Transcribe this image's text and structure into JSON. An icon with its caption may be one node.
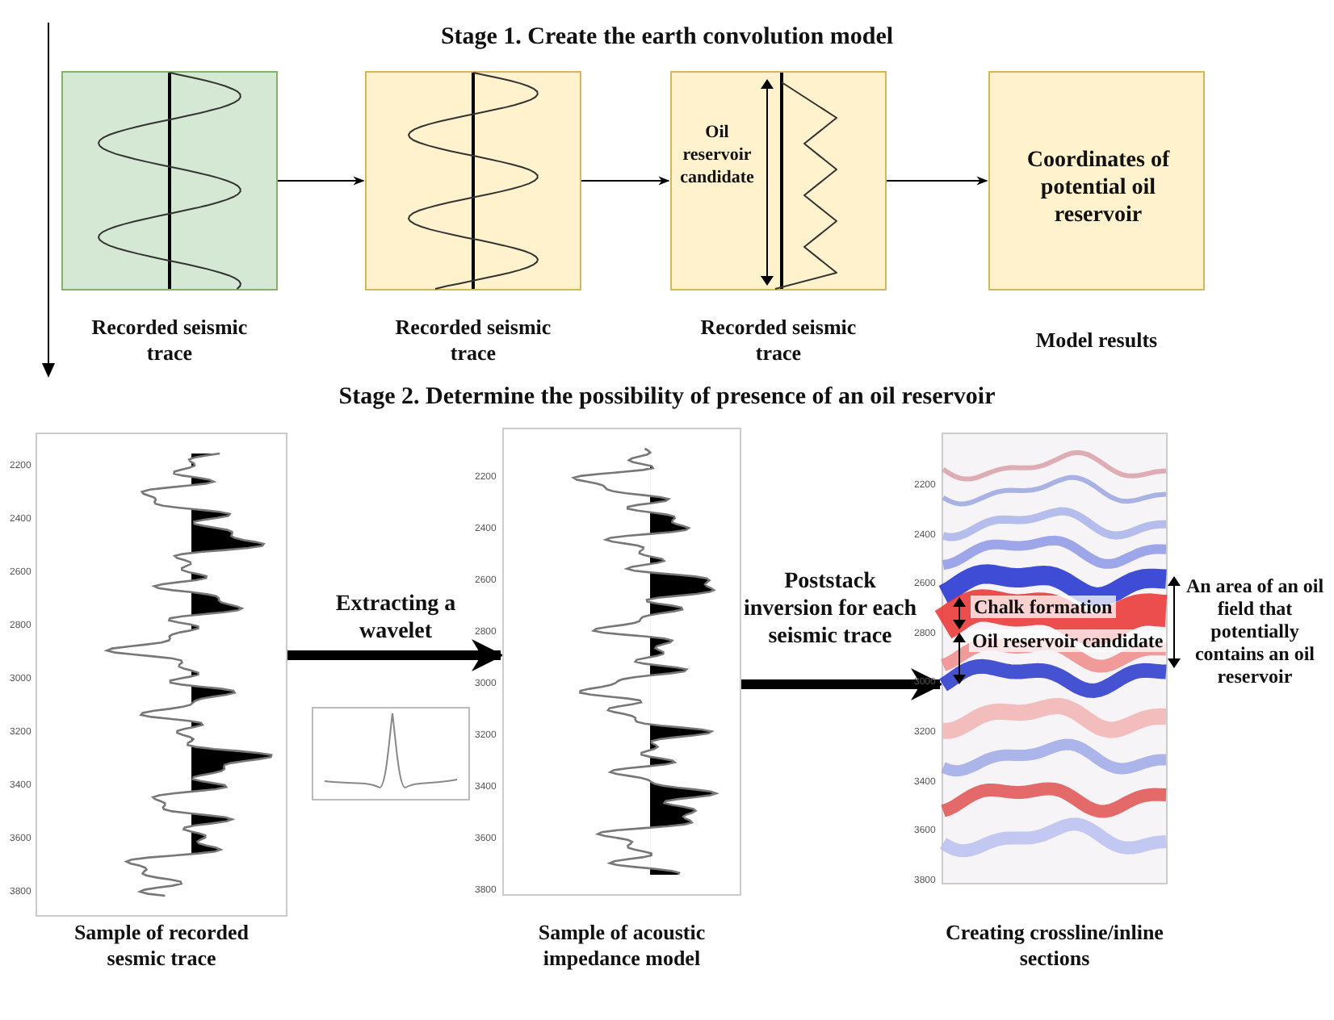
{
  "diagram": {
    "nodes": [
      {
        "text": [],
        "shape": "box",
        "beside": [
          "Recorded seismic trace"
        ]
      },
      {
        "text": [],
        "shape": "box",
        "beside": [
          "Recorded seismic trace"
        ]
      },
      {
        "text": [
          "Oil reservoir candidate"
        ],
        "beside": [
          "Recorded seismic trace"
        ]
      },
      {
        "text": [
          "Coordinates of potential oil reservoir"
        ],
        "beside": [
          "Model results"
        ]
      },
      {
        "text": [],
        "shape": "picture",
        "beside": [
          "2200",
          "2400",
          "2600",
          "2800",
          "3000",
          "3200",
          "3400",
          "3600",
          "3800",
          "Sample of recorded sesmic trace"
        ]
      },
      {
        "text": [],
        "shape": "picture",
        "beside": [
          "2200",
          "2400",
          "2600",
          "2800",
          "3000",
          "3200",
          "3400",
          "3600",
          "3800",
          "Sample of acoustic impedance model"
        ]
      },
      {
        "text": [],
        "shape": "picture",
        "beside": [
          "2200",
          "2400",
          "2600",
          "2800",
          "3000",
          "3200",
          "3400",
          "3600",
          "3800",
          "Creating crossline/inline sections"
        ]
      }
    ],
    "edges": [
      {
        "from": 0,
        "to": 1,
        "arrow": "to"
      },
      {
        "from": 1,
        "to": 2,
        "arrow": "to"
      },
      {
        "from": 2,
        "to": 3,
        "arrow": "to"
      },
      {
        "from": 4,
        "to": 5,
        "arrow": "to",
        "label": "Extracting a wavelet",
        "style": "thick"
      },
      {
        "from": 5,
        "to": 6,
        "arrow": "to",
        "label": "Poststack inversion for each seismic trace",
        "style": "thick"
      }
    ],
    "labels": [
      "Stage 1. Create the earth convolution model",
      "Stage 2. Determine the possibility of presence of an oil reservoir",
      "Chalk formation",
      "Oil reservoir candidate",
      "An area of an oil field that potentially contains an oil reservoir"
    ]
  }
}
